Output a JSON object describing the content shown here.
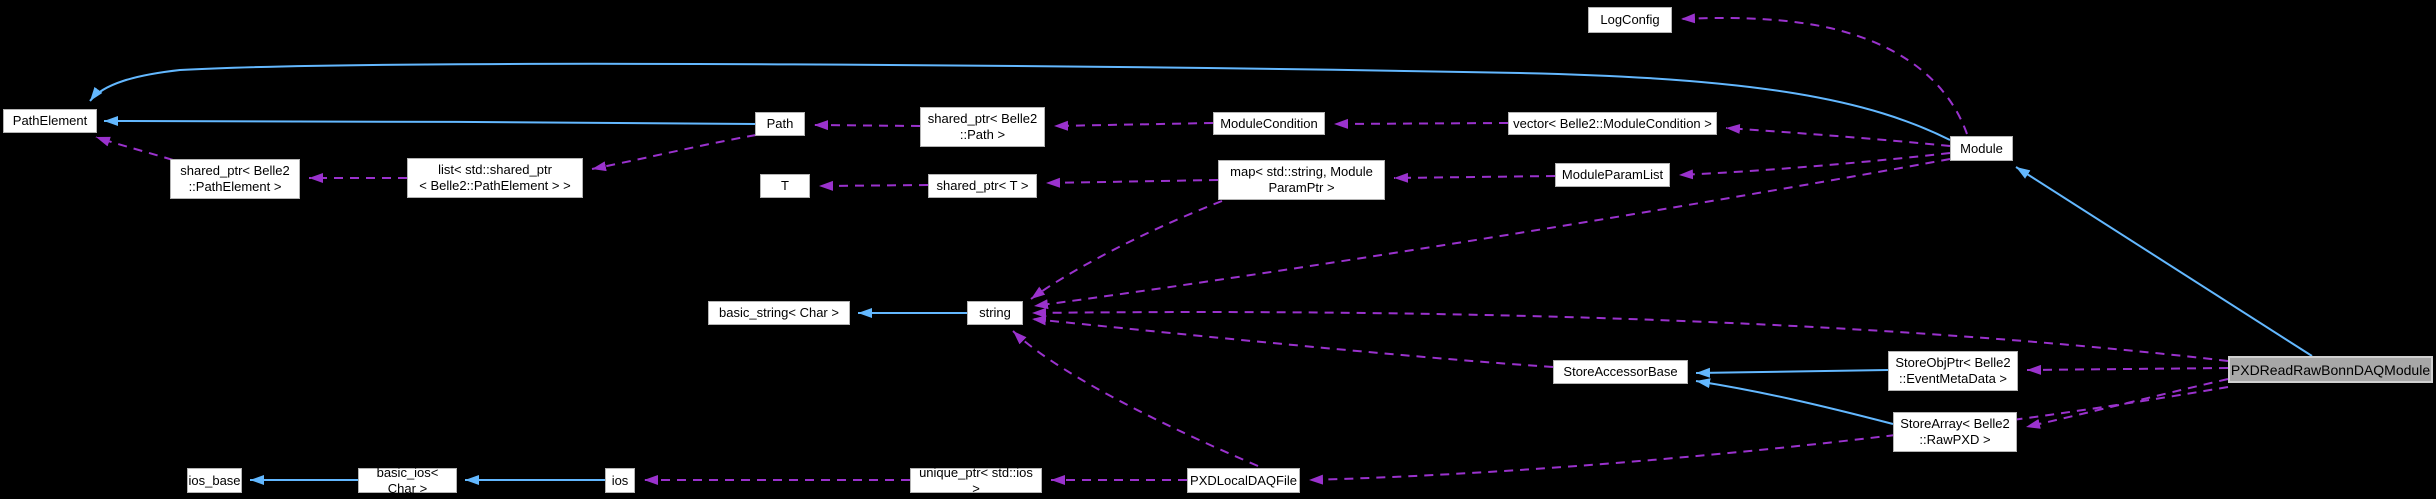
{
  "diagram": {
    "type": "collaboration-graph",
    "background": "#000000",
    "inheritance_color": "#63b8ff",
    "usage_color": "#9a32cd",
    "node_fill": "#ffffff",
    "node_border": "#b4b4b4",
    "highlight_fill": "#a7a7a7",
    "highlight_border": "#cfcfcf",
    "text_color": "#000000"
  },
  "nodes": [
    {
      "id": "pathelement",
      "label": "PathElement"
    },
    {
      "id": "shared-ptr-pathelement",
      "label": "shared_ptr< Belle2\n::PathElement >"
    },
    {
      "id": "list-shared-ptr-pathelement",
      "label": "list< std::shared_ptr\n< Belle2::PathElement > >"
    },
    {
      "id": "path",
      "label": "Path"
    },
    {
      "id": "shared-ptr-path",
      "label": "shared_ptr< Belle2\n::Path >"
    },
    {
      "id": "modulecondition",
      "label": "ModuleCondition"
    },
    {
      "id": "vector-modulecondition",
      "label": "vector< Belle2::ModuleCondition >"
    },
    {
      "id": "module",
      "label": "Module"
    },
    {
      "id": "logconfig",
      "label": "LogConfig"
    },
    {
      "id": "t",
      "label": "T"
    },
    {
      "id": "shared-ptr-t",
      "label": "shared_ptr< T >"
    },
    {
      "id": "map-moduleparamptr",
      "label": "map< std::string, Module\nParamPtr >"
    },
    {
      "id": "moduleparamlist",
      "label": "ModuleParamList"
    },
    {
      "id": "basic-string-char",
      "label": "basic_string< Char >"
    },
    {
      "id": "string",
      "label": "string"
    },
    {
      "id": "storeaccessorbase",
      "label": "StoreAccessorBase"
    },
    {
      "id": "storeobjptr-eventmetadata",
      "label": "StoreObjPtr< Belle2\n::EventMetaData >"
    },
    {
      "id": "storearray-rawpxd",
      "label": "StoreArray< Belle2\n::RawPXD >"
    },
    {
      "id": "pxdreadrawbonndaqmodule",
      "label": "PXDReadRawBonnDAQModule"
    },
    {
      "id": "ios-base",
      "label": "ios_base"
    },
    {
      "id": "basic-ios-char",
      "label": "basic_ios< Char >"
    },
    {
      "id": "ios",
      "label": "ios"
    },
    {
      "id": "unique-ptr-std-ios",
      "label": "unique_ptr< std::ios >"
    },
    {
      "id": "pxdlocaldaqfile",
      "label": "PXDLocalDAQFile"
    }
  ],
  "edges": [
    {
      "from": "Path",
      "to": "PathElement",
      "relation": "inheritance"
    },
    {
      "from": "Module",
      "to": "PathElement",
      "relation": "inheritance"
    },
    {
      "from": "string",
      "to": "basic_string< Char >",
      "relation": "inheritance"
    },
    {
      "from": "basic_ios< Char >",
      "to": "ios_base",
      "relation": "inheritance"
    },
    {
      "from": "ios",
      "to": "basic_ios< Char >",
      "relation": "inheritance"
    },
    {
      "from": "StoreObjPtr< Belle2::EventMetaData >",
      "to": "StoreAccessorBase",
      "relation": "inheritance"
    },
    {
      "from": "StoreArray< Belle2::RawPXD >",
      "to": "StoreAccessorBase",
      "relation": "inheritance"
    },
    {
      "from": "PXDReadRawBonnDAQModule",
      "to": "Module",
      "relation": "inheritance"
    },
    {
      "from": "shared_ptr< Belle2::PathElement >",
      "to": "PathElement",
      "relation": "usage"
    },
    {
      "from": "list< std::shared_ptr< Belle2::PathElement > >",
      "to": "shared_ptr< Belle2::PathElement >",
      "relation": "usage"
    },
    {
      "from": "Path",
      "to": "list< std::shared_ptr< Belle2::PathElement > >",
      "relation": "usage"
    },
    {
      "from": "shared_ptr< Belle2::Path >",
      "to": "Path",
      "relation": "usage"
    },
    {
      "from": "ModuleCondition",
      "to": "shared_ptr< Belle2::Path >",
      "relation": "usage"
    },
    {
      "from": "vector< Belle2::ModuleCondition >",
      "to": "ModuleCondition",
      "relation": "usage"
    },
    {
      "from": "Module",
      "to": "vector< Belle2::ModuleCondition >",
      "relation": "usage"
    },
    {
      "from": "shared_ptr< T >",
      "to": "T",
      "relation": "usage"
    },
    {
      "from": "map< std::string, ModuleParamPtr >",
      "to": "shared_ptr< T >",
      "relation": "usage"
    },
    {
      "from": "ModuleParamList",
      "to": "map< std::string, ModuleParamPtr >",
      "relation": "usage"
    },
    {
      "from": "Module",
      "to": "ModuleParamList",
      "relation": "usage"
    },
    {
      "from": "Module",
      "to": "LogConfig",
      "relation": "usage"
    },
    {
      "from": "Module",
      "to": "string",
      "relation": "usage"
    },
    {
      "from": "map< std::string, ModuleParamPtr >",
      "to": "string",
      "relation": "usage"
    },
    {
      "from": "StoreAccessorBase",
      "to": "string",
      "relation": "usage"
    },
    {
      "from": "PXDLocalDAQFile",
      "to": "string",
      "relation": "usage"
    },
    {
      "from": "PXDReadRawBonnDAQModule",
      "to": "string",
      "relation": "usage"
    },
    {
      "from": "PXDReadRawBonnDAQModule",
      "to": "StoreObjPtr< Belle2::EventMetaData >",
      "relation": "usage"
    },
    {
      "from": "PXDReadRawBonnDAQModule",
      "to": "StoreArray< Belle2::RawPXD >",
      "relation": "usage"
    },
    {
      "from": "PXDReadRawBonnDAQModule",
      "to": "PXDLocalDAQFile",
      "relation": "usage"
    },
    {
      "from": "PXDLocalDAQFile",
      "to": "unique_ptr< std::ios >",
      "relation": "usage"
    },
    {
      "from": "unique_ptr< std::ios >",
      "to": "ios",
      "relation": "usage"
    }
  ]
}
